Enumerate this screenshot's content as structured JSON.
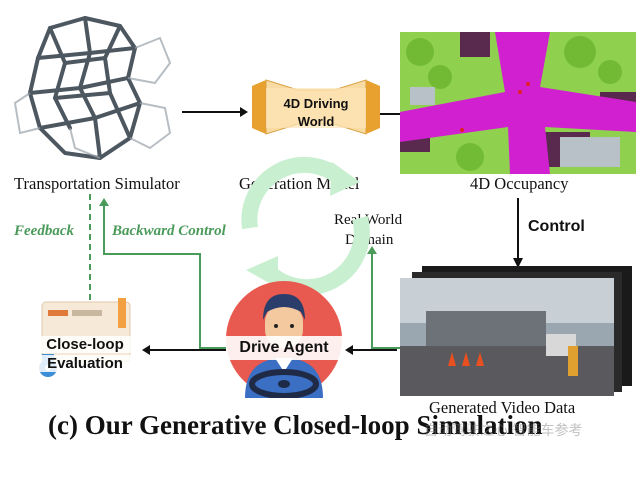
{
  "nodes": {
    "transport_sim": "Transportation Simulator",
    "gen_model": "Generation Model",
    "occupancy": "4D Occupancy",
    "world_model_line1": "4D Driving",
    "world_model_line2": "World",
    "control": "Control",
    "real_world_line1": "Real World",
    "real_world_line2": "Domain",
    "generated_video": "Generated Video Data",
    "drive_agent": "Drive Agent",
    "eval_line1": "Close-loop",
    "eval_line2": "Evaluation",
    "feedback": "Feedback",
    "backward_control": "Backward Control"
  },
  "caption": "(c) Our Generative Closed-loop Simulation",
  "watermark": "自动驾驶之心  智能车参考",
  "colors": {
    "green_arrow": "#4a9a5a",
    "cycle_green": "#c8efd0",
    "occupancy_magenta": "#d020d0",
    "occupancy_green": "#8fd14f",
    "box_orange": "#f3b545",
    "agent_red": "#e85a4f"
  }
}
